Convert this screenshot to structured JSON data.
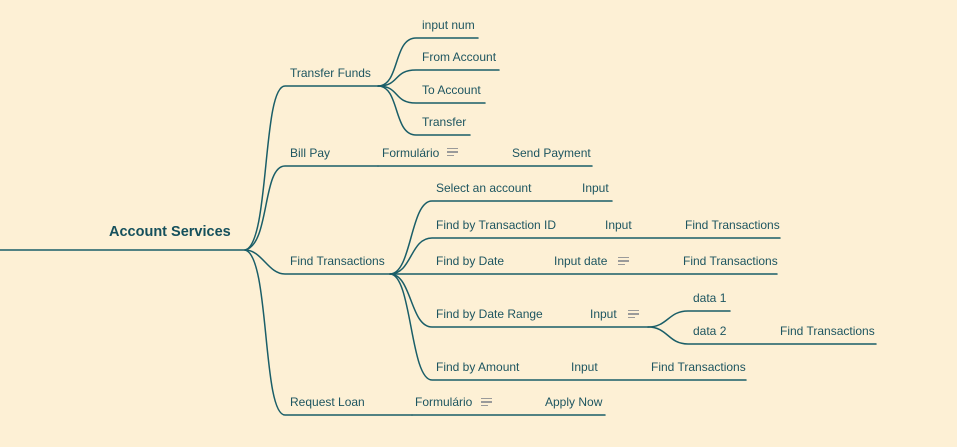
{
  "root": {
    "label": "Account Services"
  },
  "nodes": {
    "transfer_funds": "Transfer Funds",
    "input_num": "input num",
    "from_account": "From Account",
    "to_account": "To Account",
    "transfer": "Transfer",
    "bill_pay": "Bill Pay",
    "bill_formulario": "Formulário",
    "send_payment": "Send Payment",
    "find_transactions": "Find Transactions",
    "select_account": "Select an account",
    "select_input": "Input",
    "find_by_id": "Find by Transaction ID",
    "id_input": "Input",
    "id_find": "Find Transactions",
    "find_by_date": "Find by Date",
    "date_input": "Input date",
    "date_find": "Find Transactions",
    "find_by_range": "Find by Date Range",
    "range_input": "Input",
    "range_data1": "data 1",
    "range_data2": "data 2",
    "range_find": "Find Transactions",
    "find_by_amount": "Find by Amount",
    "amount_input": "Input",
    "amount_find": "Find Transactions",
    "request_loan": "Request Loan",
    "loan_formulario": "Formulário",
    "apply_now": "Apply Now"
  },
  "colors": {
    "background": "#fdf0d5",
    "line": "#1a5e68",
    "text": "#1d5560",
    "note_icon": "#9a9a9a"
  },
  "icons": {
    "note": "notes-icon"
  }
}
